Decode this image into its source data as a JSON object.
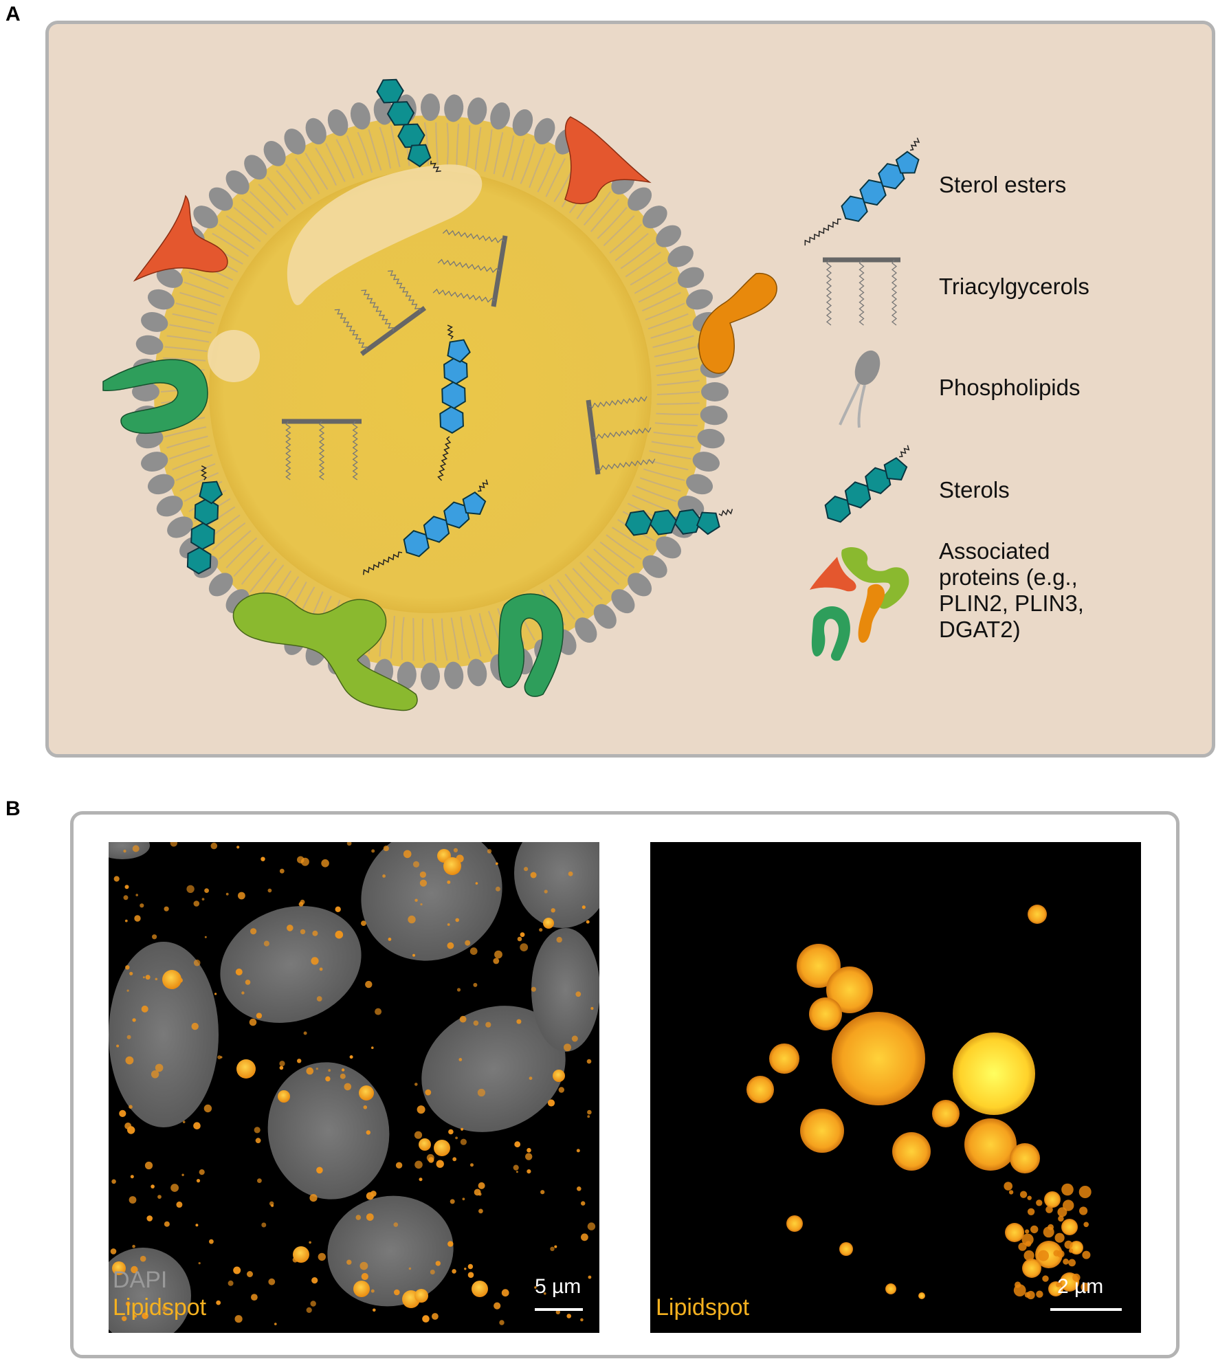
{
  "panels": {
    "a": {
      "letter": "A"
    },
    "b": {
      "letter": "B"
    }
  },
  "legend": [
    {
      "label": "Sterol esters",
      "icon": "sterol-ester-icon",
      "color": "#3a9ee0"
    },
    {
      "label": "Triacylgycerols",
      "icon": "triacylglycerol-icon",
      "color": "#666666"
    },
    {
      "label": "Phospholipids",
      "icon": "phospholipid-icon",
      "color": "#9a9a9a"
    },
    {
      "label": "Sterols",
      "icon": "sterol-icon",
      "color": "#0e9090"
    },
    {
      "label": "Associated\nproteins (e.g.,\nPLIN2, PLIN3,\nDGAT2)",
      "icon": "associated-proteins-icon",
      "colors": [
        "#e4572e",
        "#8ab92f",
        "#2e9e5b",
        "#e8890c"
      ]
    }
  ],
  "micrographs": {
    "left": {
      "stains": [
        {
          "label": "DAPI",
          "color": "#9a9a9a"
        },
        {
          "label": "Lipidspot",
          "color": "#f5b120"
        }
      ],
      "scale_bar": "5 µm"
    },
    "right": {
      "stains": [
        {
          "label": "Lipidspot",
          "color": "#f5b120"
        }
      ],
      "scale_bar": "2 µm"
    }
  },
  "colors": {
    "background": "#ead9c8",
    "droplet_core": "#e8c44c",
    "phospholipid_head": "#8f8f8f",
    "sterol": "#0e9090",
    "sterol_ester": "#3a9ee0",
    "lipid_orange": "#f5a020"
  }
}
